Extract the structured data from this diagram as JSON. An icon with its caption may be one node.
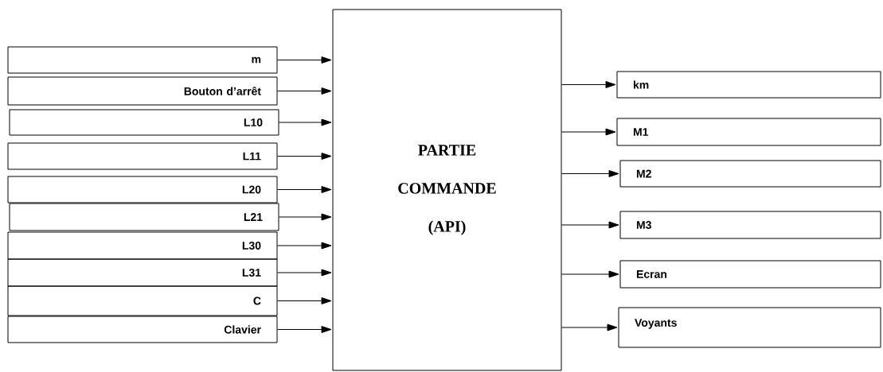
{
  "diagram": {
    "nodes": [
      {
        "text": [
          "m"
        ]
      },
      {
        "text": [
          "Bouton d’arrêt"
        ]
      },
      {
        "text": [
          "L10"
        ]
      },
      {
        "text": [
          "L11"
        ]
      },
      {
        "text": [
          "L20"
        ]
      },
      {
        "text": [
          "L21"
        ]
      },
      {
        "text": [
          "L30"
        ]
      },
      {
        "text": [
          "L31"
        ]
      },
      {
        "text": [
          "C"
        ]
      },
      {
        "text": [
          "Clavier"
        ]
      },
      {
        "text": [
          "PARTIE COMMANDE (API)"
        ]
      },
      {
        "text": [
          "km"
        ]
      },
      {
        "text": [
          "M1"
        ]
      },
      {
        "text": [
          "M2"
        ]
      },
      {
        "text": [
          "M3"
        ]
      },
      {
        "text": [
          "Ecran"
        ]
      },
      {
        "text": [
          "Voyants"
        ]
      }
    ],
    "edges": [
      {
        "from": 0,
        "to": 10,
        "arrow": "to"
      },
      {
        "from": 1,
        "to": 10,
        "arrow": "to"
      },
      {
        "from": 2,
        "to": 10,
        "arrow": "to"
      },
      {
        "from": 3,
        "to": 10,
        "arrow": "to"
      },
      {
        "from": 4,
        "to": 10,
        "arrow": "to"
      },
      {
        "from": 5,
        "to": 10,
        "arrow": "to"
      },
      {
        "from": 6,
        "to": 10,
        "arrow": "to"
      },
      {
        "from": 7,
        "to": 10,
        "arrow": "to"
      },
      {
        "from": 8,
        "to": 10,
        "arrow": "to"
      },
      {
        "from": 9,
        "to": 10,
        "arrow": "to"
      },
      {
        "from": 10,
        "to": 11,
        "arrow": "to"
      },
      {
        "from": 10,
        "to": 12,
        "arrow": "to"
      },
      {
        "from": 10,
        "to": 13,
        "arrow": "to"
      },
      {
        "from": 10,
        "to": 14,
        "arrow": "to"
      },
      {
        "from": 10,
        "to": 15,
        "arrow": "to"
      },
      {
        "from": 10,
        "to": 16,
        "arrow": "to"
      }
    ]
  }
}
